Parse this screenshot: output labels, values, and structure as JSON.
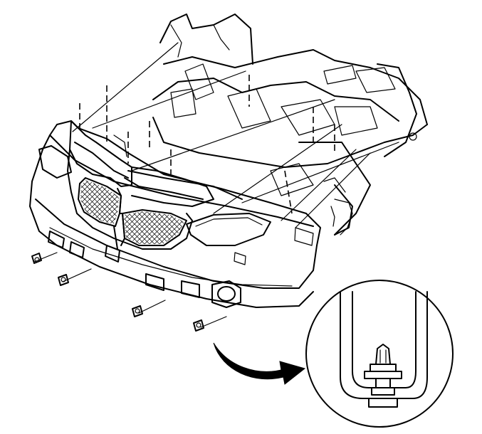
{
  "diagram": {
    "colors": {
      "line": "#000000",
      "background": "#ffffff"
    },
    "parts": {
      "vehicle": "front-fascia-assembly",
      "fasteners": "fascia-fastener",
      "detail": "push-pin-retainer-detail",
      "arrow": "detail-callout-arrow"
    }
  }
}
